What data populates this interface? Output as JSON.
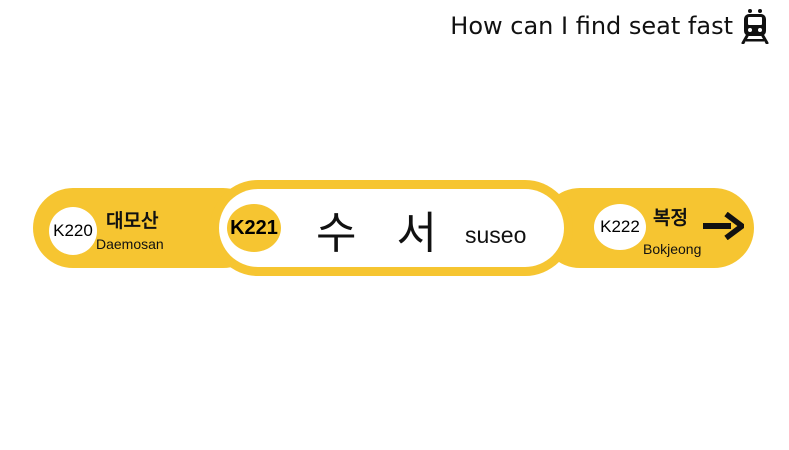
{
  "header": {
    "title": "How can I find seat fast",
    "icon": "train-icon"
  },
  "sign": {
    "accent_color": "#f6c531",
    "previous": {
      "code": "K220",
      "name_ko": "대모산",
      "name_en": "Daemosan"
    },
    "current": {
      "code": "K221",
      "name_ko": "수서",
      "name_en": "suseo"
    },
    "next": {
      "code": "K222",
      "name_ko": "복정",
      "name_en": "Bokjeong",
      "direction_icon": "arrow-right-icon"
    }
  }
}
